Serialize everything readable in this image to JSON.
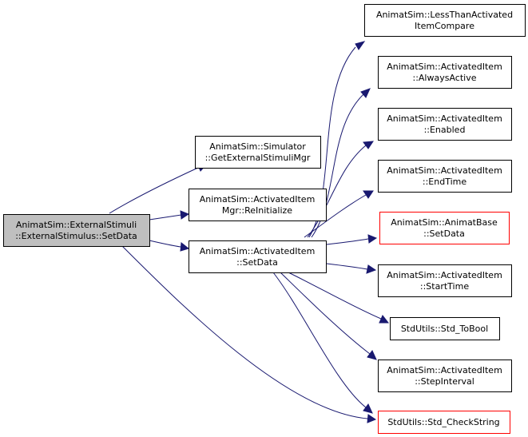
{
  "nodes": {
    "root": {
      "lines": [
        "AnimatSim::ExternalStimuli",
        "::ExternalStimulus::SetData"
      ],
      "color": "#bfbfbf"
    },
    "sim_get": {
      "lines": [
        "AnimatSim::Simulator",
        "::GetExternalStimuliMgr"
      ]
    },
    "aim_reinit": {
      "lines": [
        "AnimatSim::ActivatedItem",
        "Mgr::ReInitialize"
      ]
    },
    "ai_setdata": {
      "lines": [
        "AnimatSim::ActivatedItem",
        "::SetData"
      ]
    },
    "less_than": {
      "lines": [
        "AnimatSim::LessThanActivated",
        "ItemCompare"
      ]
    },
    "always_active": {
      "lines": [
        "AnimatSim::ActivatedItem",
        "::AlwaysActive"
      ]
    },
    "enabled": {
      "lines": [
        "AnimatSim::ActivatedItem",
        "::Enabled"
      ]
    },
    "end_time": {
      "lines": [
        "AnimatSim::ActivatedItem",
        "::EndTime"
      ]
    },
    "animatbase_setdata": {
      "lines": [
        "AnimatSim::AnimatBase",
        "::SetData"
      ],
      "border": "#ff0000"
    },
    "start_time": {
      "lines": [
        "AnimatSim::ActivatedItem",
        "::StartTime"
      ]
    },
    "std_tobool": {
      "lines": [
        "StdUtils::Std_ToBool"
      ]
    },
    "step_interval": {
      "lines": [
        "AnimatSim::ActivatedItem",
        "::StepInterval"
      ]
    },
    "std_checkstring": {
      "lines": [
        "StdUtils::Std_CheckString"
      ],
      "border": "#ff0000"
    }
  },
  "edge_color": "#191970"
}
